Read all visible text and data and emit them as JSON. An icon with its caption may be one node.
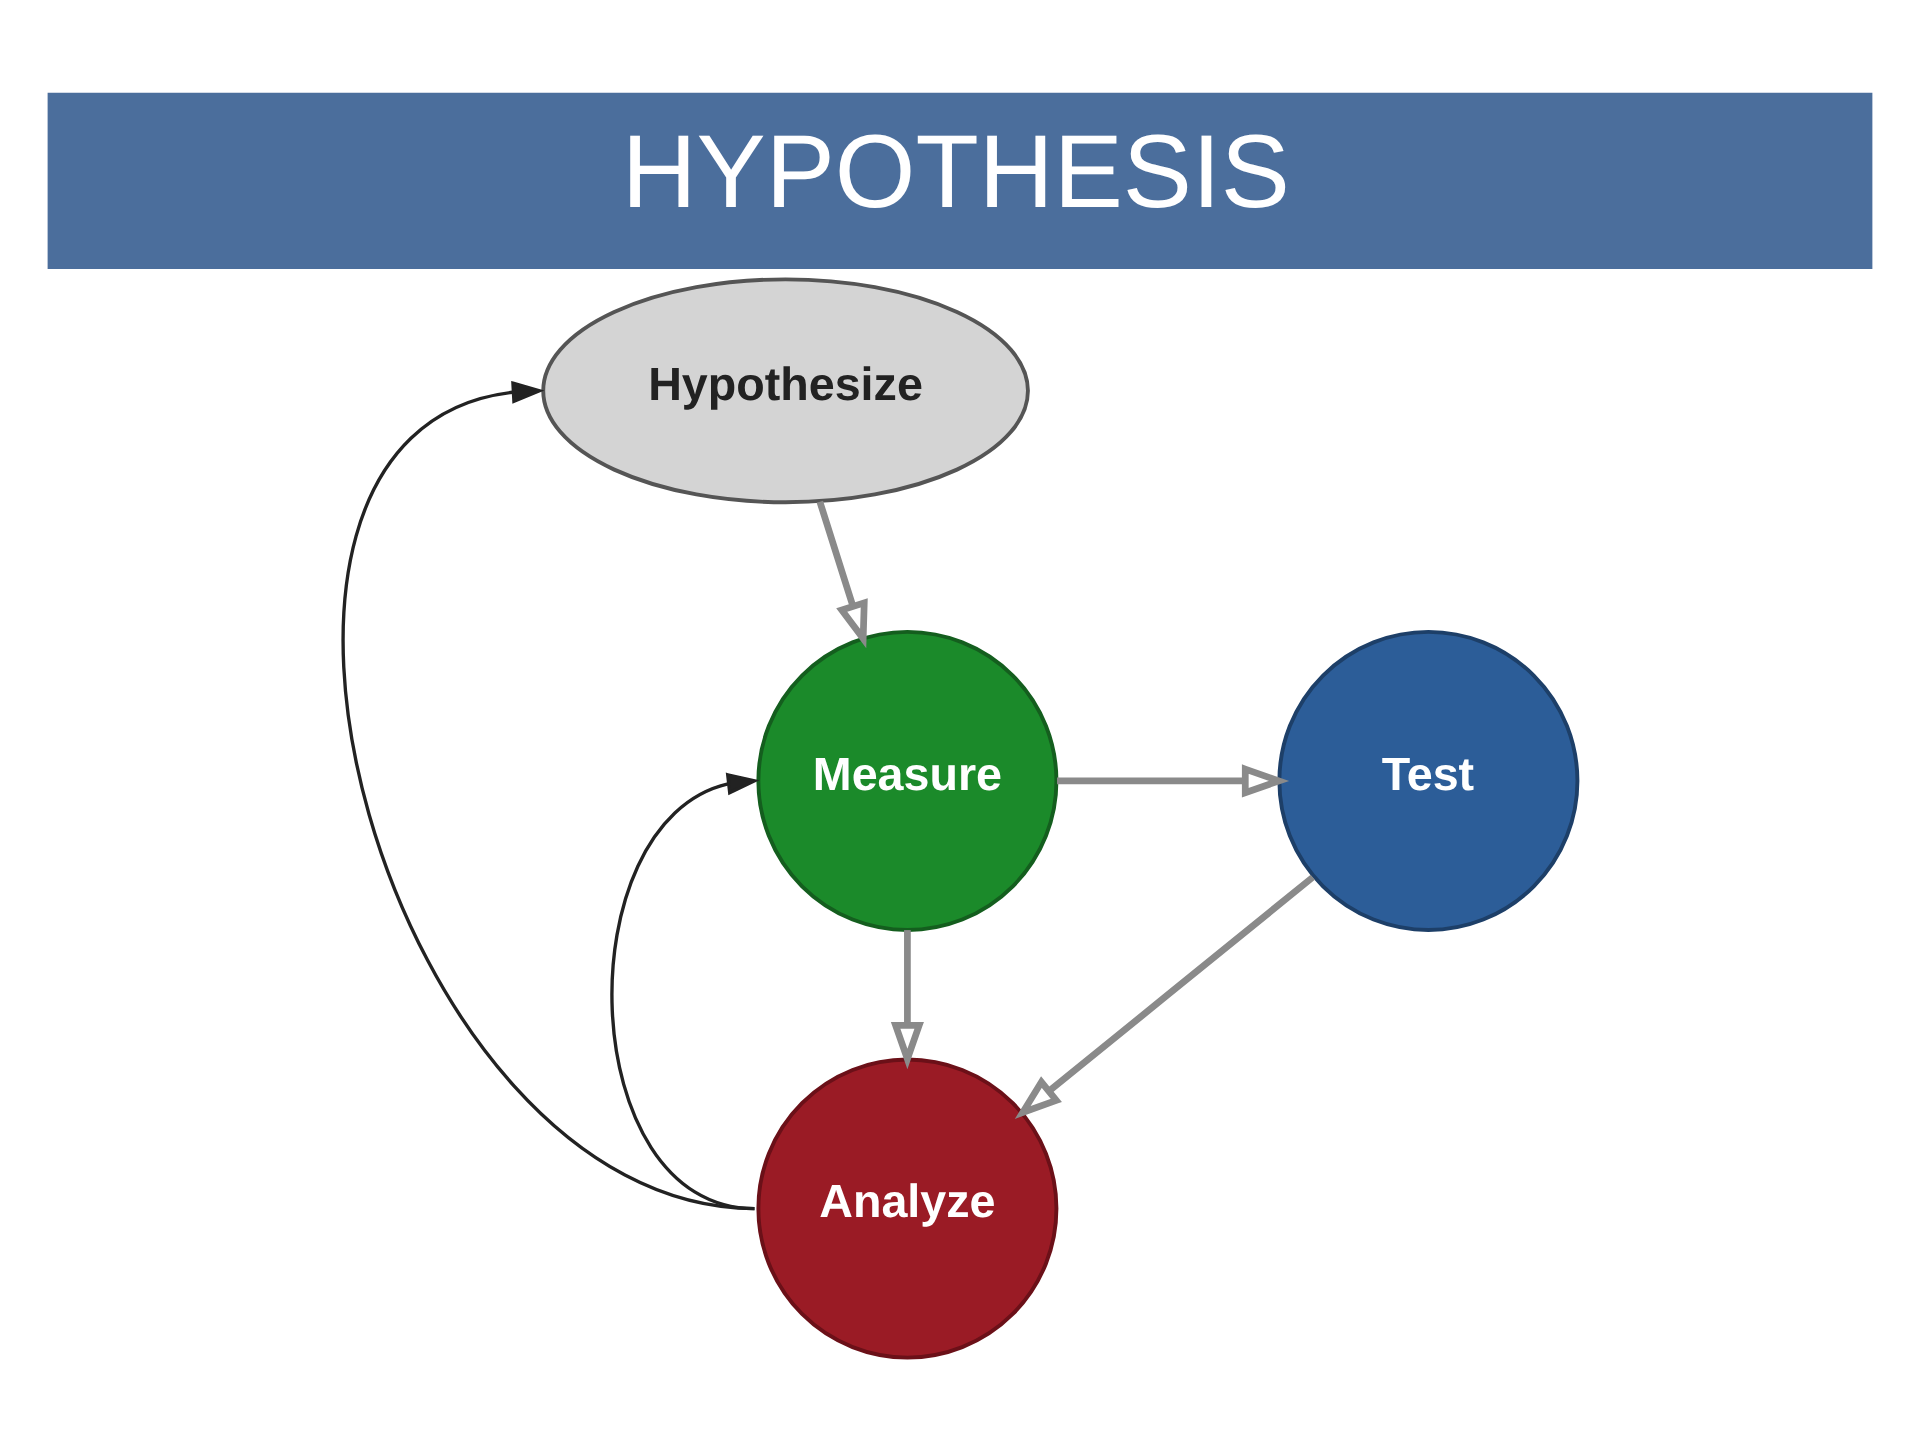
{
  "diagram": {
    "title": "HYPOTHESIS",
    "nodes": [
      {
        "text": [
          "Hypothesize"
        ]
      },
      {
        "text": [
          "Measure"
        ]
      },
      {
        "text": [
          "Test"
        ]
      },
      {
        "text": [
          "Analyze"
        ]
      }
    ],
    "edges": [
      {
        "from": 0,
        "to": 1,
        "arrow": "to",
        "color": "#8a8a8a"
      },
      {
        "from": 1,
        "to": 2,
        "arrow": "to",
        "color": "#8a8a8a"
      },
      {
        "from": 1,
        "to": 3,
        "arrow": "to",
        "color": "#8a8a8a"
      },
      {
        "from": 2,
        "to": 3,
        "arrow": "to",
        "color": "#8a8a8a"
      },
      {
        "from": 3,
        "to": 0,
        "arrow": "to",
        "color": "#222222"
      },
      {
        "from": 3,
        "to": 1,
        "arrow": "to",
        "color": "#222222"
      }
    ]
  }
}
